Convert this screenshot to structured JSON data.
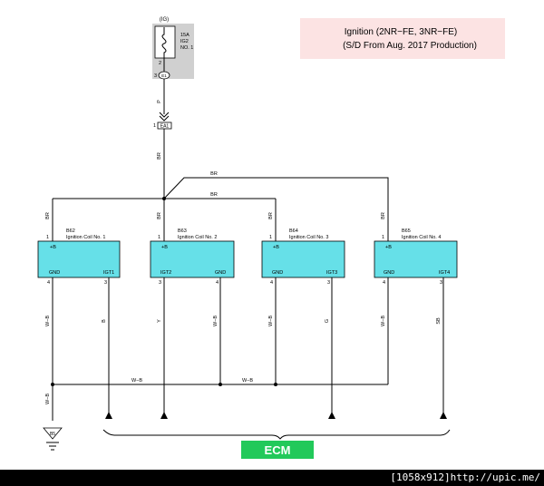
{
  "title": {
    "line1": "Ignition (2NR−FE,  3NR−FE)",
    "line2": "(S/D From Aug.  2017 Production)"
  },
  "fuse": {
    "circuit": "(IG)",
    "rating": "15A",
    "name1": "IG2",
    "name2": "NO. 1",
    "pin_out": "2",
    "pin_conn": "3",
    "connector_label": "E1"
  },
  "feed": {
    "wire_color_top": "P",
    "junction_pin": "1",
    "junction_label": "EA1",
    "wire_color_trunk": "BR",
    "bus_upper_color": "BR",
    "bus_lower_color": "BR"
  },
  "coils": [
    {
      "id": "B62",
      "name": "Ignition Coil No.  1",
      "power_wire": "BR",
      "power_pin": "1",
      "plus_label": "+B",
      "left_label": "GND",
      "right_label": "IGT1",
      "left_pin": "4",
      "right_pin": "3",
      "left_wire": "W−B",
      "right_wire": "B"
    },
    {
      "id": "B63",
      "name": "Ignition Coil No.  2",
      "power_wire": "BR",
      "power_pin": "1",
      "plus_label": "+B",
      "left_label": "IGT2",
      "right_label": "GND",
      "left_pin": "3",
      "right_pin": "4",
      "left_wire": "Y",
      "right_wire": "W−B"
    },
    {
      "id": "B64",
      "name": "Ignition Coil No.  3",
      "power_wire": "BR",
      "power_pin": "1",
      "plus_label": "+B",
      "left_label": "GND",
      "right_label": "IGT3",
      "left_pin": "4",
      "right_pin": "3",
      "left_wire": "W−B",
      "right_wire": "G"
    },
    {
      "id": "B65",
      "name": "Ignition Coil No.  4",
      "power_wire": "BR",
      "power_pin": "1",
      "plus_label": "+B",
      "left_label": "GND",
      "right_label": "IGT4",
      "left_pin": "4",
      "right_pin": "3",
      "left_wire": "W−B",
      "right_wire": "SB"
    }
  ],
  "ground": {
    "bus_color_1": "W−B",
    "bus_color_2": "W−B",
    "drop_color": "W−B",
    "point_label": "B5"
  },
  "ecm": {
    "label": "ECM"
  },
  "colors": {
    "coil_fill": "#66e0e8",
    "ecm_fill": "#22c95a",
    "fuse_box_fill": "#d0d0d0",
    "title_box_fill": "#fce3e3"
  },
  "footer": {
    "caption": "[1058x912]http://upic.me/"
  }
}
